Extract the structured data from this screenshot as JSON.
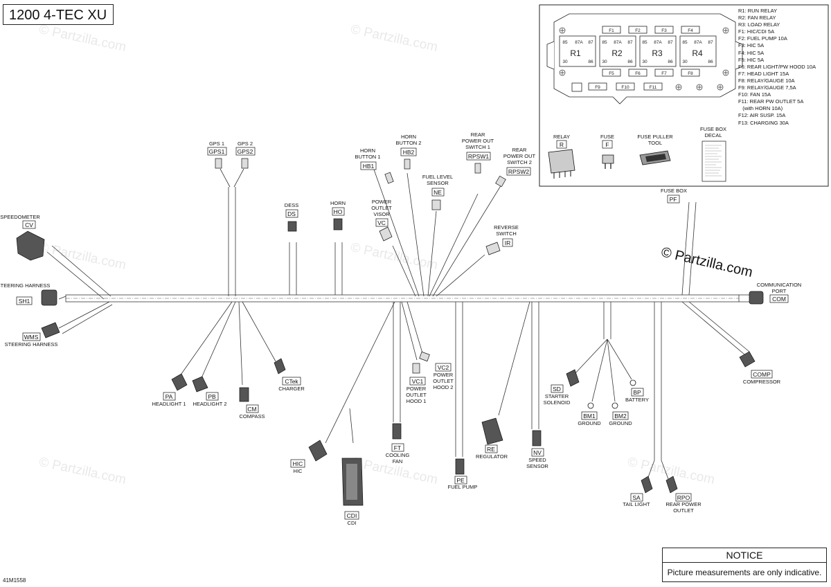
{
  "title": "1200 4-TEC XU",
  "figure_code": "41M1558",
  "copyright": "© Partzilla.com",
  "watermark": "© Partzilla.com",
  "notice": {
    "heading": "NOTICE",
    "body": "Picture measurements are only indicative."
  },
  "fuse_legend": [
    "R1: RUN RELAY",
    "R2: FAN RELAY",
    "R3: LOAD RELAY",
    "F1: HIC/CDI 5A",
    "F2: FUEL PUMP 10A",
    "F3: HIC 5A",
    "F4: HIC 5A",
    "F5: HIC 5A",
    "F6: REAR LIGHT/PW HOOD 10A",
    "F7: HEAD LIGHT 15A",
    "F8: RELAY/GAUGE 10A",
    "F9: RELAY/GAUGE 7,5A",
    "F10: FAN 15A",
    "F11: REAR PW OUTLET 5A",
    "(with HORN 10A)",
    "F12: AIR SUSP. 15A",
    "F13: CHARGING 30A"
  ],
  "fuse_box": {
    "top_fuses": [
      "F1",
      "F2",
      "F3",
      "F4"
    ],
    "mid_fuses": [
      "F5",
      "F6",
      "F7",
      "F8"
    ],
    "bottom_fuses": [
      "F9",
      "F10",
      "F11"
    ],
    "relays": [
      "R1",
      "R2",
      "R3",
      "R4"
    ],
    "pins_top": [
      "85",
      "87A",
      "87"
    ],
    "pins_bottom": [
      "30",
      "86"
    ]
  },
  "kit": [
    {
      "name": "RELAY",
      "code": "R"
    },
    {
      "name": "FUSE",
      "code": "F"
    },
    {
      "name": "FUSE PULLER TOOL",
      "code": ""
    },
    {
      "name": "FUSE BOX DECAL",
      "code": ""
    }
  ],
  "connectors": [
    {
      "label": "SPEEDOMETER",
      "code": "CV"
    },
    {
      "label": "STEERING HARNESS",
      "code": "SH1"
    },
    {
      "label": "STEERING HARNESS",
      "code": "WMS"
    },
    {
      "label": "GPS 1",
      "code": "GPS1"
    },
    {
      "label": "GPS 2",
      "code": "GPS2"
    },
    {
      "label": "DESS",
      "code": "DS"
    },
    {
      "label": "HORN",
      "code": "HO"
    },
    {
      "label": "HORN BUTTON 1",
      "code": "HB1"
    },
    {
      "label": "HORN BUTTON 2",
      "code": "HB2"
    },
    {
      "label": "POWER OUTLET VISOR",
      "code": "VC"
    },
    {
      "label": "FUEL LEVEL SENSOR",
      "code": "NE"
    },
    {
      "label": "REAR POWER OUT SWITCH 1",
      "code": "RPSW1"
    },
    {
      "label": "REAR POWER OUT SWITCH 2",
      "code": "RPSW2"
    },
    {
      "label": "REVERSE SWITCH",
      "code": "IR"
    },
    {
      "label": "FUSE BOX",
      "code": "PF"
    },
    {
      "label": "COMMUNICATION PORT",
      "code": "COM"
    },
    {
      "label": "HEADLIGHT 1",
      "code": "PA"
    },
    {
      "label": "HEADLIGHT 2",
      "code": "PB"
    },
    {
      "label": "COMPASS",
      "code": "CM"
    },
    {
      "label": "CHARGER",
      "code": "CTek"
    },
    {
      "label": "POWER OUTLET HOOD 1",
      "code": "VC1"
    },
    {
      "label": "POWER OUTLET HOOD 2",
      "code": "VC2"
    },
    {
      "label": "HIC",
      "code": "HIC"
    },
    {
      "label": "CDI",
      "code": "CDI"
    },
    {
      "label": "COOLING FAN",
      "code": "FT"
    },
    {
      "label": "FUEL PUMP",
      "code": "PE"
    },
    {
      "label": "REGULATOR",
      "code": "RE"
    },
    {
      "label": "SPEED SENSOR",
      "code": "NV"
    },
    {
      "label": "STARTER SOLENOID",
      "code": "SD"
    },
    {
      "label": "GROUND",
      "code": "BM1"
    },
    {
      "label": "GROUND",
      "code": "BM2"
    },
    {
      "label": "BATTERY",
      "code": "BP"
    },
    {
      "label": "TAIL LIGHT",
      "code": "SA"
    },
    {
      "label": "REAR POWER OUTLET",
      "code": "RPO"
    },
    {
      "label": "COMPRESSOR",
      "code": "COMP"
    }
  ]
}
